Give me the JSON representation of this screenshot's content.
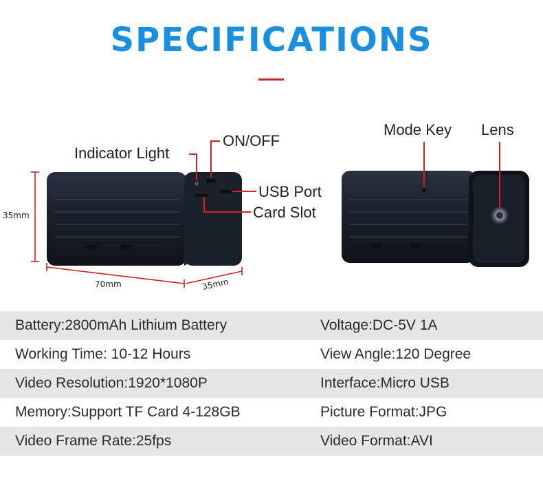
{
  "title": "SPECIFICATIONS",
  "callouts": {
    "indicator_light": "Indicator Light",
    "on_off": "ON/OFF",
    "usb_port": "USB Port",
    "card_slot": "Card Slot",
    "mode_key": "Mode Key",
    "lens": "Lens"
  },
  "dimensions": {
    "height": "35mm",
    "length": "70mm",
    "depth": "35mm"
  },
  "colors": {
    "title": "#1a8fe0",
    "accent": "#d32020",
    "row_shade": "#e6e6e6"
  },
  "specs": [
    {
      "left": "Battery:2800mAh Lithium Battery",
      "right": "Voltage:DC-5V 1A"
    },
    {
      "left": "Working Time: 10-12 Hours",
      "right": "View Angle:120 Degree"
    },
    {
      "left": "Video Resolution:1920*1080P",
      "right": "Interface:Micro USB"
    },
    {
      "left": "Memory:Support TF Card 4-128GB",
      "right": "Picture Format:JPG"
    },
    {
      "left": "Video Frame Rate:25fps",
      "right": "Video Format:AVI"
    }
  ]
}
